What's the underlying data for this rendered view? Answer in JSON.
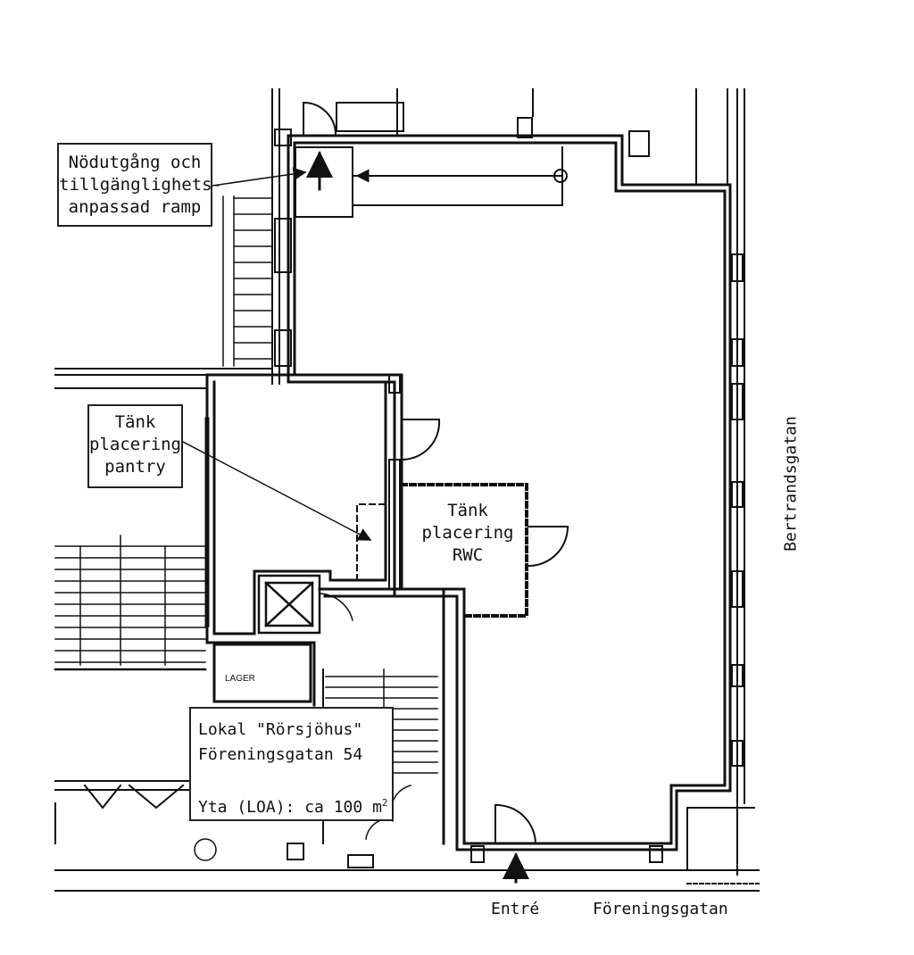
{
  "annotations": {
    "emergency_exit": [
      "Nödutgång och",
      "tillgänglighets-",
      "anpassad ramp"
    ],
    "pantry": [
      "Tänk",
      "placering",
      "pantry"
    ],
    "rwc": [
      "Tänk",
      "placering",
      "RWC"
    ],
    "storage_room": "LAGER"
  },
  "premises": {
    "name": "Lokal \"Rörsjöhus\"",
    "address": "Föreningsgatan 54",
    "area_label": "Yta (LOA): ca 100 m",
    "area_unit_superscript": "2"
  },
  "labels": {
    "entrance": "Entré",
    "street_south": "Föreningsgatan",
    "street_east": "Bertrandsgatan"
  },
  "colors": {
    "ink": "#111111",
    "paper": "#ffffff"
  }
}
